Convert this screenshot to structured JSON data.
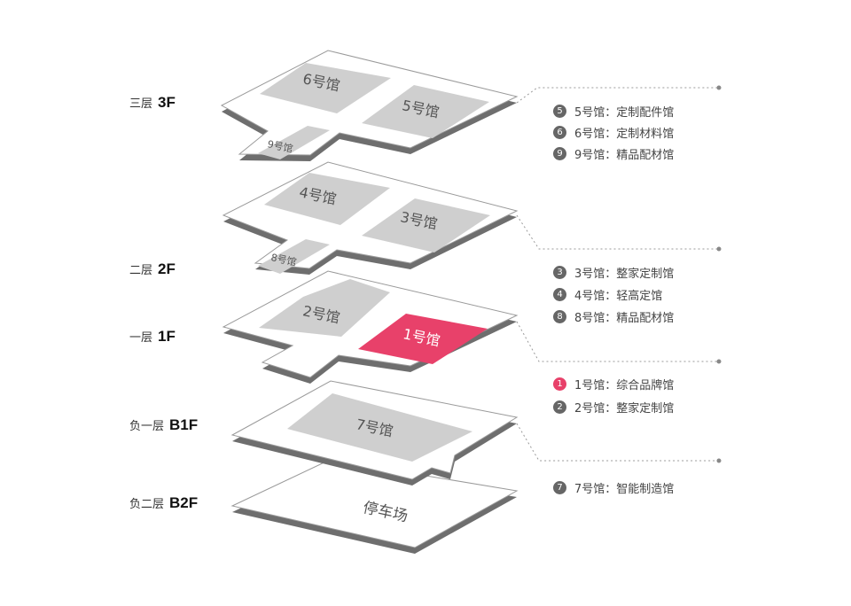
{
  "floors": [
    {
      "id": "3F",
      "label_cn": "三层",
      "label_code": "3F"
    },
    {
      "id": "2F",
      "label_cn": "二层",
      "label_code": "2F"
    },
    {
      "id": "1F",
      "label_cn": "一层",
      "label_code": "1F"
    },
    {
      "id": "B1F",
      "label_cn": "负一层",
      "label_code": "B1F"
    },
    {
      "id": "B2F",
      "label_cn": "负二层",
      "label_code": "B2F"
    }
  ],
  "halls": {
    "h1": "1号馆",
    "h2": "2号馆",
    "h3": "3号馆",
    "h4": "4号馆",
    "h5": "5号馆",
    "h6": "6号馆",
    "h7": "7号馆",
    "h8": "8号馆",
    "h9": "9号馆",
    "parking": "停车场"
  },
  "legend": [
    {
      "group": "3F",
      "items": [
        {
          "num": "5",
          "hall": "5号馆",
          "desc": "定制配件馆"
        },
        {
          "num": "6",
          "hall": "6号馆",
          "desc": "定制材料馆"
        },
        {
          "num": "9",
          "hall": "9号馆",
          "desc": "精品配材馆"
        }
      ]
    },
    {
      "group": "2F",
      "items": [
        {
          "num": "3",
          "hall": "3号馆",
          "desc": "整家定制馆"
        },
        {
          "num": "4",
          "hall": "4号馆",
          "desc": "轻高定馆"
        },
        {
          "num": "8",
          "hall": "8号馆",
          "desc": "精品配材馆"
        }
      ]
    },
    {
      "group": "1F",
      "items": [
        {
          "num": "1",
          "hall": "1号馆",
          "desc": "综合品牌馆"
        },
        {
          "num": "2",
          "hall": "2号馆",
          "desc": "整家定制馆"
        }
      ]
    },
    {
      "group": "B1F",
      "items": [
        {
          "num": "7",
          "hall": "7号馆",
          "desc": "智能制造馆"
        }
      ]
    }
  ],
  "colors": {
    "slab_top": "#ffffff",
    "slab_edge": "#6e6e6e",
    "slab_outline": "#9a9a9a",
    "hall_fill": "#cfcfcf",
    "hall_text": "#555555",
    "highlight": "#e8416a",
    "highlight_text": "#ffffff",
    "leader": "#9a9a9a"
  },
  "highlight_hall": "1"
}
